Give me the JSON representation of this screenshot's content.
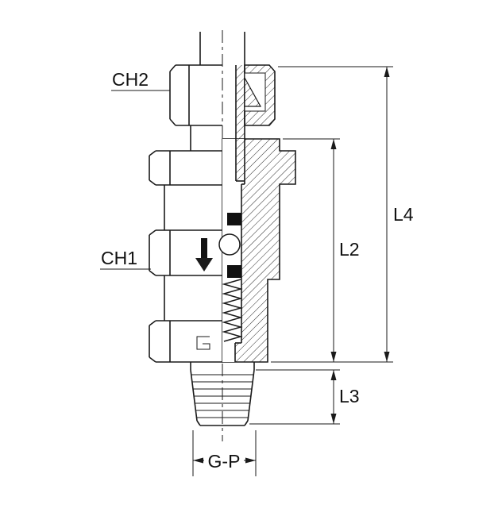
{
  "diagram": {
    "labels": {
      "ch2": "CH2",
      "ch1": "CH1",
      "l4": "L4",
      "l2": "L2",
      "l3": "L3",
      "gp": "G-P"
    },
    "colors": {
      "line": "#1a1a1a",
      "background": "#ffffff",
      "section_fill": "#111111"
    }
  }
}
